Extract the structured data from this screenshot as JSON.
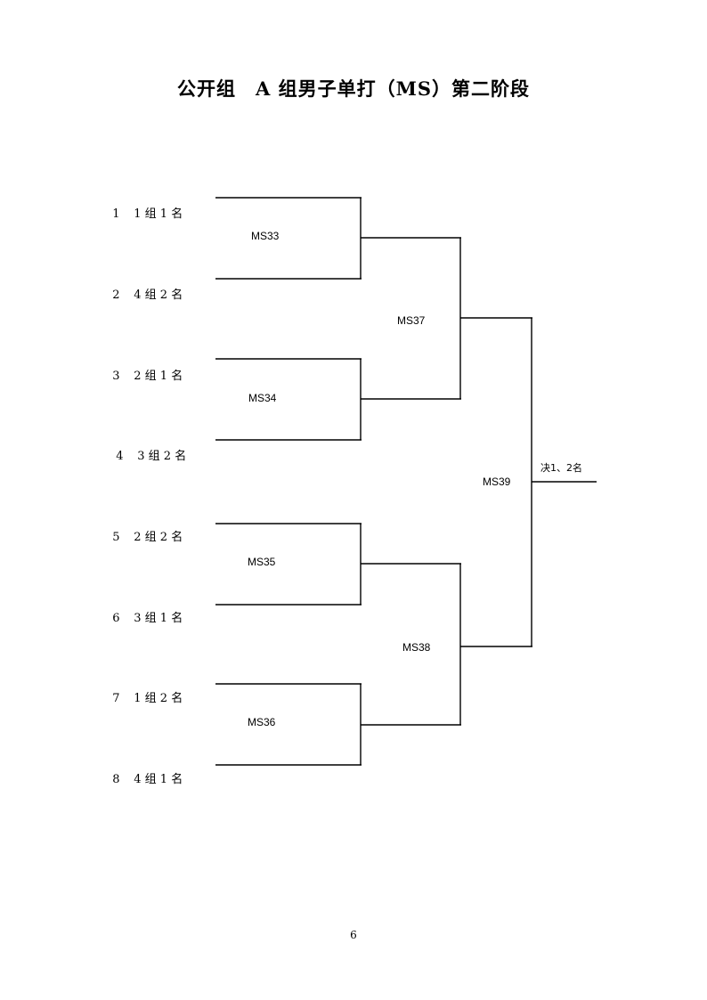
{
  "document": {
    "title": "公开组　A 组男子单打（MS）第二阶段",
    "page_number": "6"
  },
  "entries": [
    {
      "seed": "1",
      "label": "1 组 1 名"
    },
    {
      "seed": "2",
      "label": "4 组 2 名"
    },
    {
      "seed": "3",
      "label": "2 组 1 名"
    },
    {
      "seed": "4",
      "label": "3 组 2 名"
    },
    {
      "seed": "5",
      "label": "2 组 2 名"
    },
    {
      "seed": "6",
      "label": "3 组 1 名"
    },
    {
      "seed": "7",
      "label": "1 组 2 名"
    },
    {
      "seed": "8",
      "label": "4 组 1 名"
    }
  ],
  "matches": {
    "ms33": "MS33",
    "ms34": "MS34",
    "ms35": "MS35",
    "ms36": "MS36",
    "ms37": "MS37",
    "ms38": "MS38",
    "ms39": "MS39"
  },
  "final_label": "决1、2名"
}
